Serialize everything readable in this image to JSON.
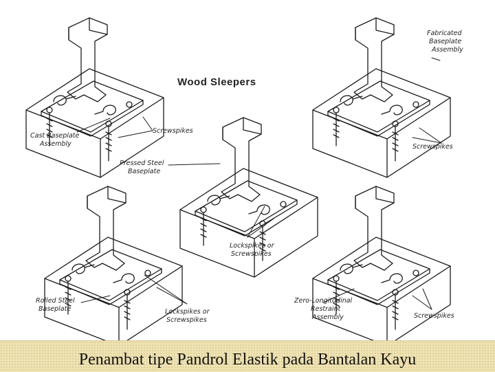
{
  "diagram": {
    "title": "Wood Sleepers",
    "labels": {
      "cast_baseplate": [
        "Cast Baseplate",
        "Assembly"
      ],
      "screwspikes_1": [
        "Screwspikes"
      ],
      "fabricated_baseplate": [
        "Fabricated",
        "Baseplate",
        "Assembly"
      ],
      "screwspikes_2": [
        "Screwspikes"
      ],
      "pressed_steel": [
        "Pressed Steel",
        "Baseplate"
      ],
      "lockspikes_center": [
        "Lockspikes or",
        "Screwspikes"
      ],
      "rolled_steel": [
        "Rolled Steel",
        "Baseplate"
      ],
      "lockspikes_bottom": [
        "Lockspikes or",
        "Screwspikes"
      ],
      "zero_longitudinal": [
        "Zero-Longitudinal",
        "Restraint",
        "Assembly"
      ],
      "screwspikes_3": [
        "Screwspikes"
      ]
    }
  },
  "caption": "Penambat tipe Pandrol Elastik pada Bantalan Kayu"
}
